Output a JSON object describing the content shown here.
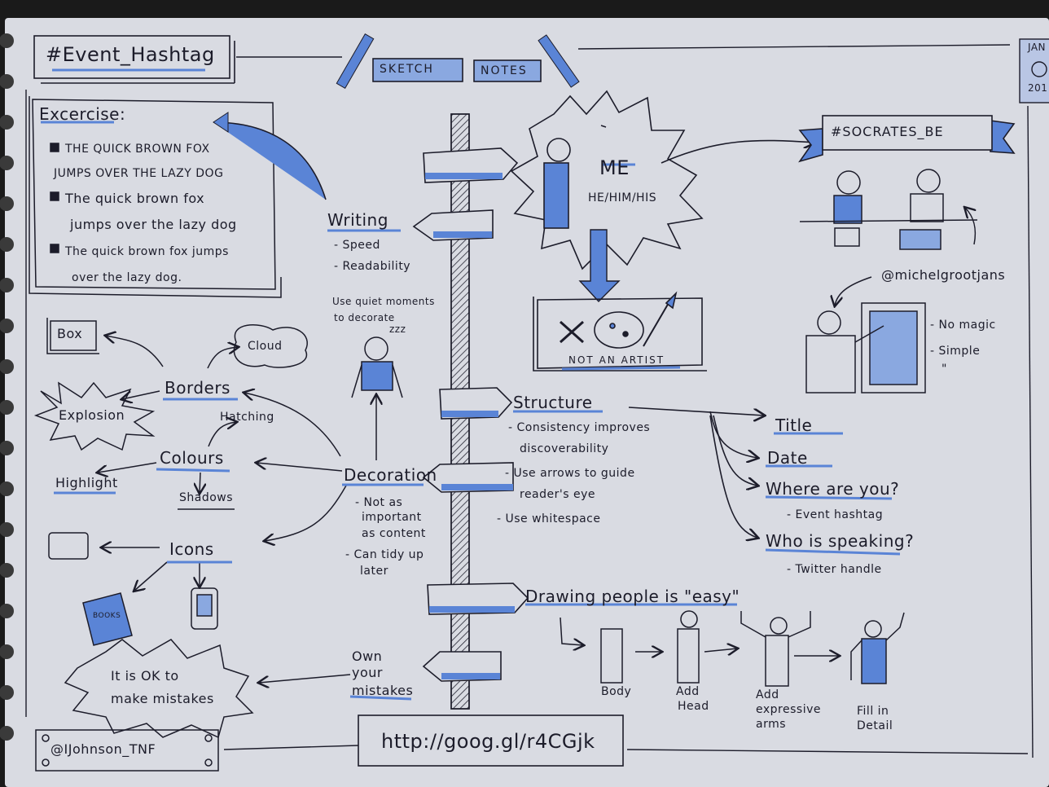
{
  "header": {
    "event_hashtag": "#Event_Hashtag",
    "banner_left": "SKETCH",
    "banner_right": "NOTES",
    "corner_date_top": "JAN",
    "corner_date_bottom": "201"
  },
  "exercise": {
    "title": "Excercise:",
    "lines": [
      "THE QUICK BROWN FOX",
      "JUMPS OVER THE LAZY DOG",
      "The quick brown fox",
      "jumps over the lazy dog",
      "The quick brown fox jumps",
      "over the lazy dog."
    ]
  },
  "writing": {
    "title": "Writing",
    "items": [
      "- Speed",
      "- Readability"
    ],
    "note_1": "Use quiet moments",
    "note_2": "to decorate",
    "zzz": "zzz"
  },
  "borders": {
    "title": "Borders",
    "box": "Box",
    "cloud": "Cloud",
    "explosion": "Explosion"
  },
  "colours": {
    "title": "Colours",
    "hatching": "Hatching",
    "highlight": "Highlight",
    "shadows": "Shadows"
  },
  "icons": {
    "title": "Icons",
    "book": "BOOKS"
  },
  "mistakes": {
    "bubble_1": "It is OK to",
    "bubble_2": "make mistakes",
    "own_1": "Own",
    "own_2": "your",
    "own_3": "mistakes"
  },
  "decoration": {
    "title": "Decoration",
    "items": [
      "- Not as",
      "important",
      "as content",
      "- Can tidy up",
      "later"
    ]
  },
  "me": {
    "title": "ME",
    "pronouns": "HE/HIM/HIS",
    "not_artist": "NOT AN ARTIST"
  },
  "socrates": {
    "hashtag": "#SOCRATES_BE",
    "handle": "@michelgrootjans",
    "items": [
      "- No magic",
      "- Simple",
      "\""
    ]
  },
  "structure": {
    "title": "Structure",
    "items": [
      "- Consistency improves",
      "discoverability",
      "- Use arrows to guide",
      "reader's eye",
      "- Use whitespace"
    ],
    "targets": [
      "Title",
      "Date",
      "Where are you?",
      "Who is speaking?"
    ],
    "sub_where": "- Event hashtag",
    "sub_who": "- Twitter handle"
  },
  "drawing": {
    "title": "Drawing people is \"easy\"",
    "steps": [
      "Body",
      "Add",
      "Head",
      "Add",
      "expressive",
      "arms",
      "Fill in",
      "Detail"
    ]
  },
  "footer": {
    "url": "http://goog.gl/r4CGjk",
    "author": "@IJohnson_TNF"
  },
  "colors": {
    "paper": "#d9dbe2",
    "ink": "#1c1c2a",
    "accent_blue": "#5a84d6"
  }
}
